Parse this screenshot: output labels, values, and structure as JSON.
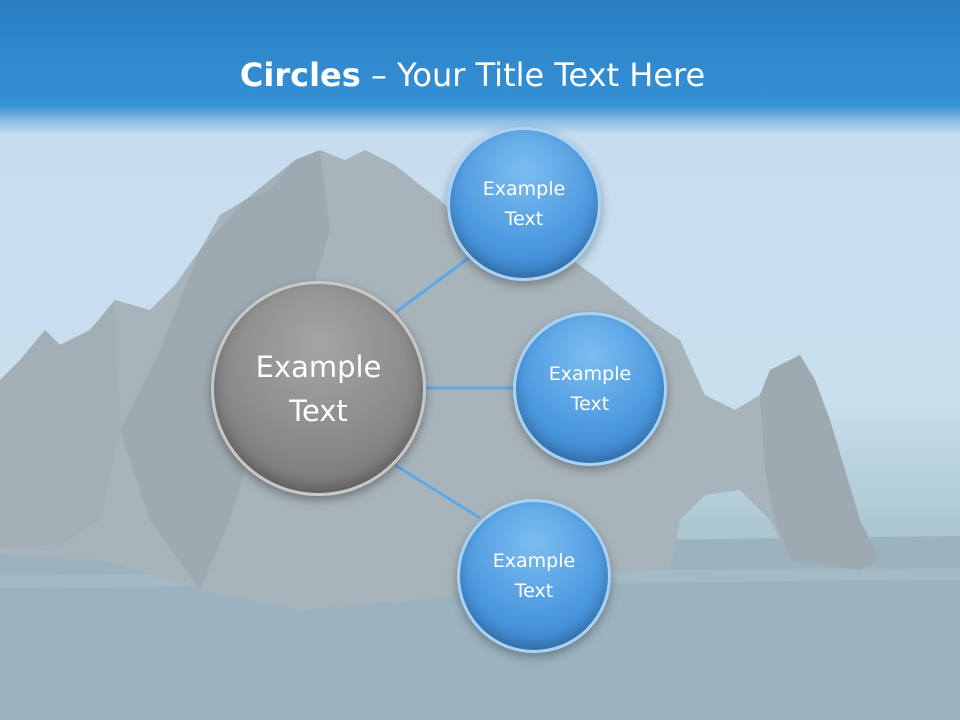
{
  "slide": {
    "title_bold": "Circles",
    "title_rest": " – Your Title Text Here"
  },
  "diagram": {
    "hub": {
      "label": "Example\nText"
    },
    "satellites": [
      {
        "label": "Example\nText"
      },
      {
        "label": "Example\nText"
      },
      {
        "label": "Example\nText"
      }
    ]
  },
  "colors": {
    "header_blue": "#2b7fc3",
    "satellite_blue": "#4e9ae0",
    "hub_gray": "#8a8a8a",
    "connector": "#5ea8e6"
  }
}
